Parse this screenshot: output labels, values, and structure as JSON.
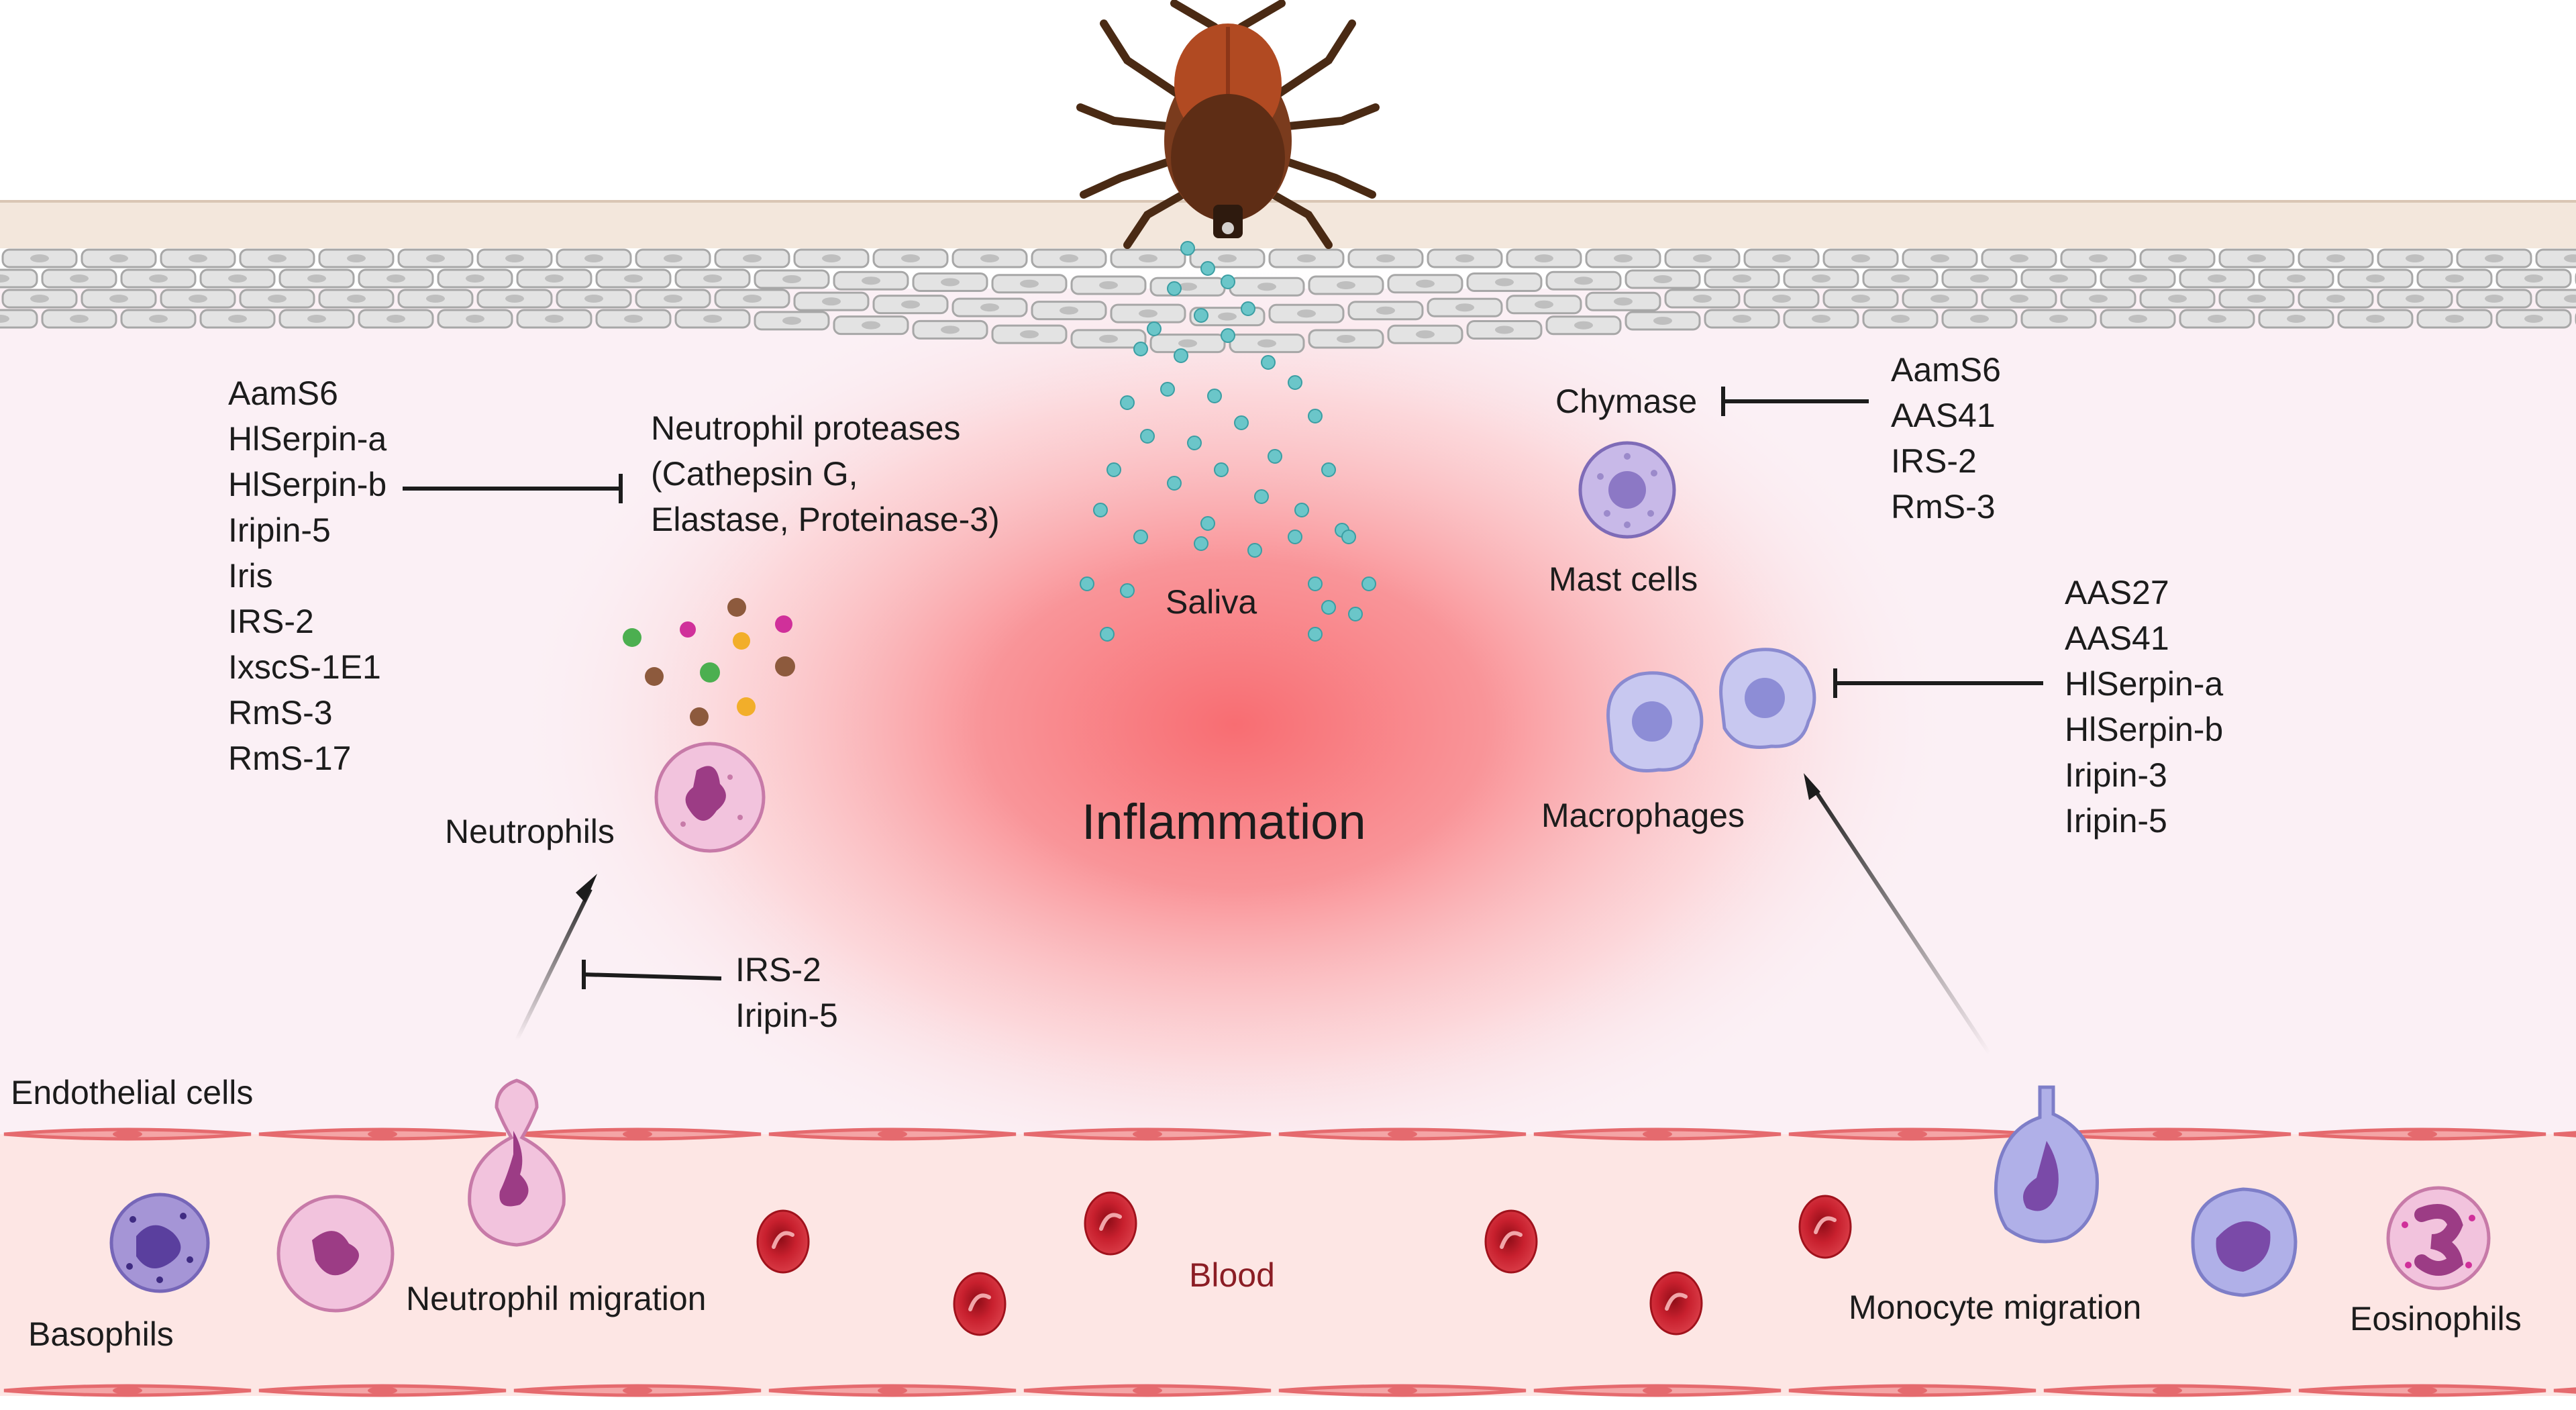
{
  "labels": {
    "saliva": "Saliva",
    "inflammation": "Inflammation",
    "neutrophils": "Neutrophils",
    "mast_cells": "Mast cells",
    "macrophages": "Macrophages",
    "chymase": "Chymase",
    "endothelial_cells": "Endothelial cells",
    "blood": "Blood",
    "basophils": "Basophils",
    "neutrophil_migration": "Neutrophil migration",
    "monocyte_migration": "Monocyte migration",
    "eosinophils": "Eosinophils"
  },
  "proteases": [
    "Neutrophil proteases",
    "(Cathepsin G,",
    "Elastase, Proteinase-3)"
  ],
  "inhibitors": {
    "neutrophil_proteases": [
      "AamS6",
      "HlSerpin-a",
      "HlSerpin-b",
      "Iripin-5",
      "Iris",
      "IRS-2",
      "IxscS-1E1",
      "RmS-3",
      "RmS-17"
    ],
    "neutrophil_migration": [
      "IRS-2",
      "Iripin-5"
    ],
    "chymase": [
      "AamS6",
      "AAS41",
      "IRS-2",
      "RmS-3"
    ],
    "macrophages": [
      "AAS27",
      "AAS41",
      "HlSerpin-a",
      "HlSerpin-b",
      "Iripin-3",
      "Iripin-5"
    ]
  },
  "colors": {
    "inflammation": "#f86d72",
    "tissue": "#fbf0f5",
    "vessel_wall": "#e56a6e",
    "blood_plasma": "#fde6e4",
    "rbc": "#c8202e",
    "saliva_droplet": "#6bc6c9",
    "tick_body": "#6b3319"
  }
}
